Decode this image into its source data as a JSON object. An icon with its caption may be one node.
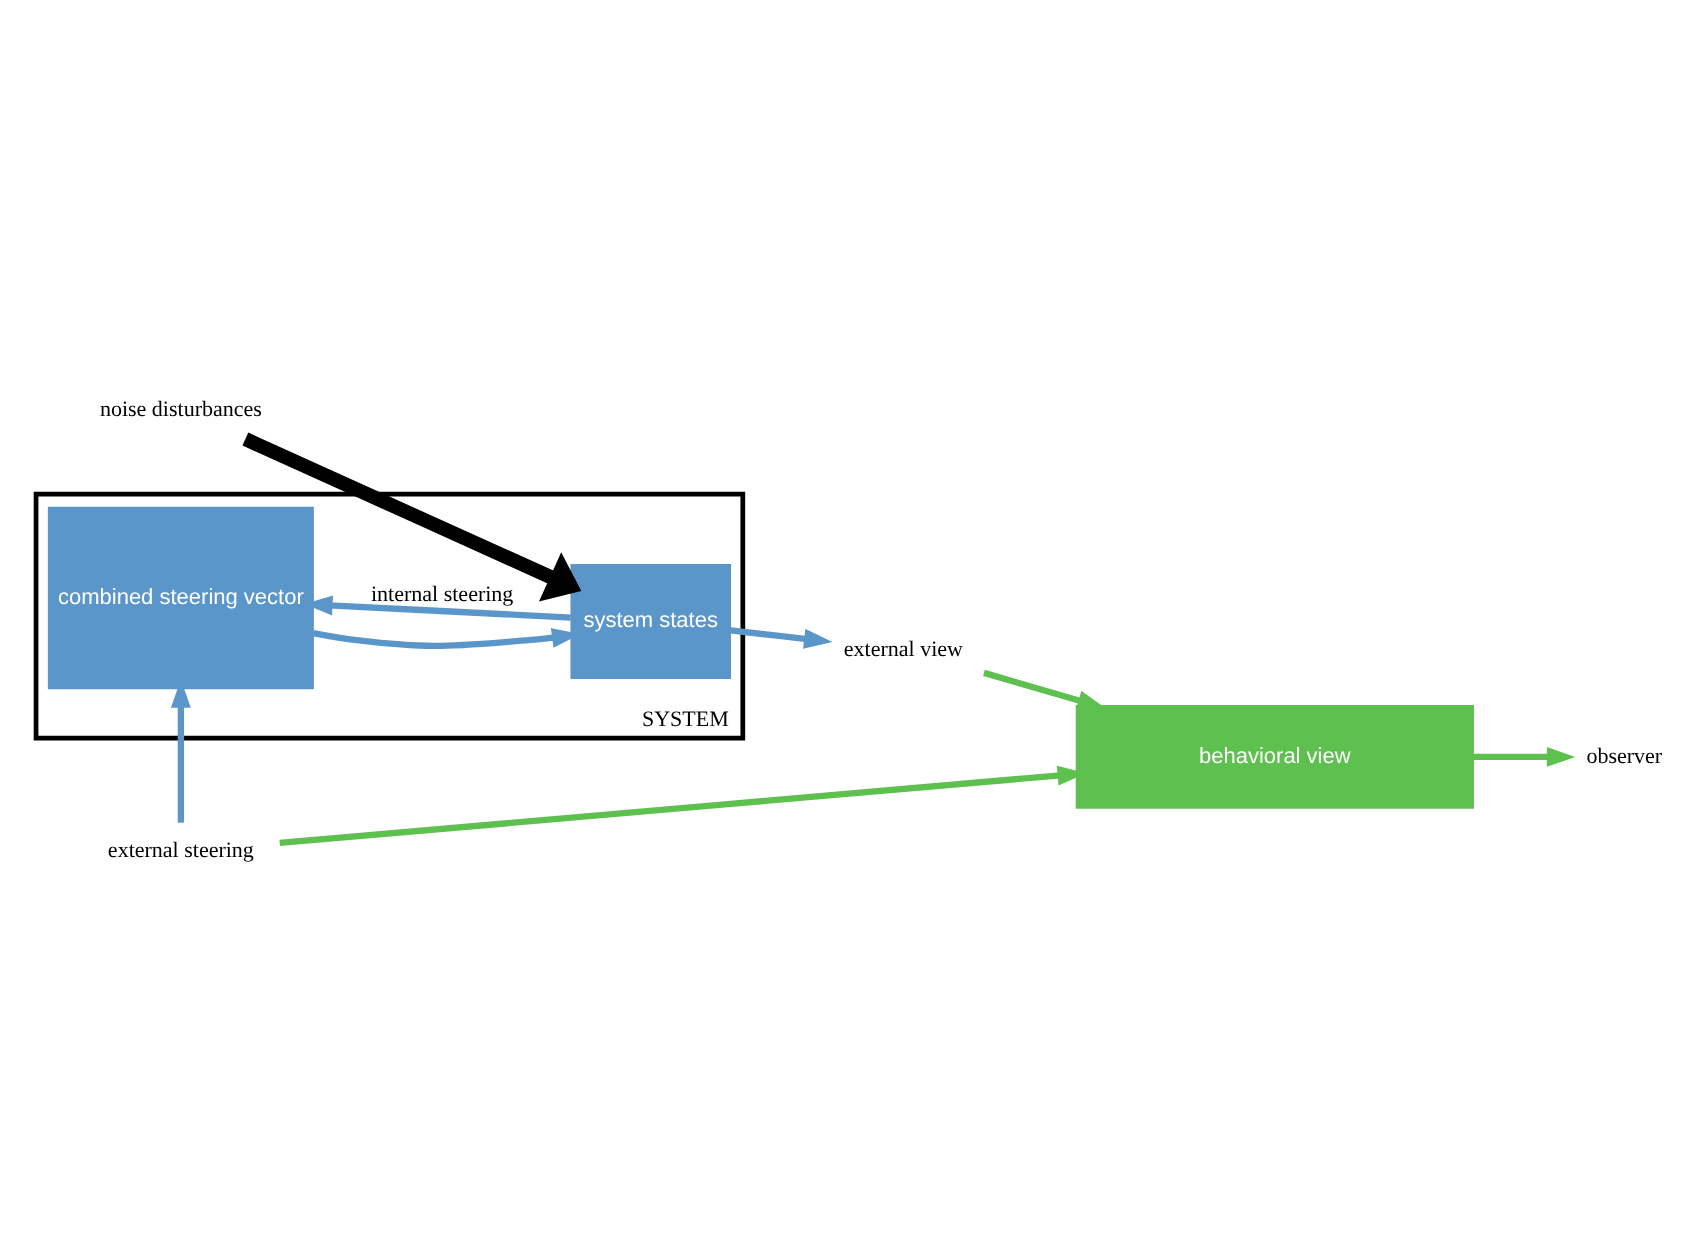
{
  "diagram": {
    "nodes": [
      {
        "text": [
          "SYSTEM"
        ]
      },
      {
        "text": [
          "combined steering vector"
        ],
        "in": 0
      },
      {
        "text": [
          "system states"
        ],
        "in": 0
      },
      {
        "text": [
          "behavioral view"
        ]
      },
      {
        "text": [
          "external steering"
        ]
      },
      {
        "text": [
          "external view"
        ]
      },
      {
        "text": [
          "noise disturbances"
        ]
      },
      {
        "text": [
          "observer"
        ]
      }
    ],
    "edges": [
      {
        "from": 4,
        "to": 1,
        "arrow": "to",
        "color": "#5b96cb"
      },
      {
        "from": 1,
        "to": 2,
        "arrow": "to",
        "color": "#5b96cb"
      },
      {
        "from": 2,
        "to": 1,
        "arrow": "to",
        "label": "internal steering",
        "color": "#5b96cb"
      },
      {
        "from": 2,
        "to": 5,
        "arrow": "to",
        "color": "#5b96cb"
      },
      {
        "from": 4,
        "to": 3,
        "arrow": "to",
        "color": "#5ec14f"
      },
      {
        "from": 5,
        "to": 3,
        "arrow": "to",
        "color": "#5ec14f"
      },
      {
        "from": 6,
        "to": 2,
        "arrow": "to",
        "style": "thick",
        "color": "#000000"
      },
      {
        "from": 3,
        "to": 7,
        "arrow": "to",
        "color": "#5ec14f"
      }
    ]
  }
}
